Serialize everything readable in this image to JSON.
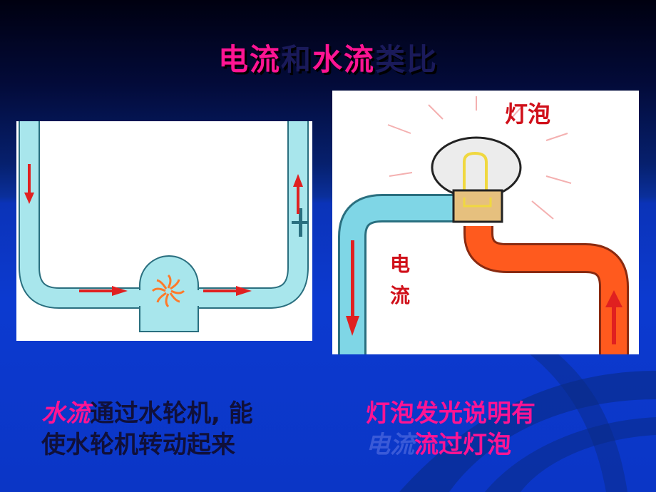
{
  "title": {
    "part1": "电流",
    "part2": "和",
    "part3": "水流",
    "part4": "类比"
  },
  "right_panel": {
    "bulb_label": "灯泡",
    "current_label_line1": "电",
    "current_label_line2": "流"
  },
  "caption_left": {
    "highlight": "水流",
    "rest_line1": "通过水轮机, 能",
    "line2": "使水轮机转动起来"
  },
  "caption_right": {
    "line1": "灯泡发光说明有",
    "faded": "电流",
    "rest_line2": "流过灯泡"
  },
  "colors": {
    "pink": "#ff1493",
    "pipe_water": "#a8e6ec",
    "pipe_edge": "#2a6f7f",
    "arrow_red": "#e02020",
    "hot_pipe": "#ff5a1e"
  }
}
